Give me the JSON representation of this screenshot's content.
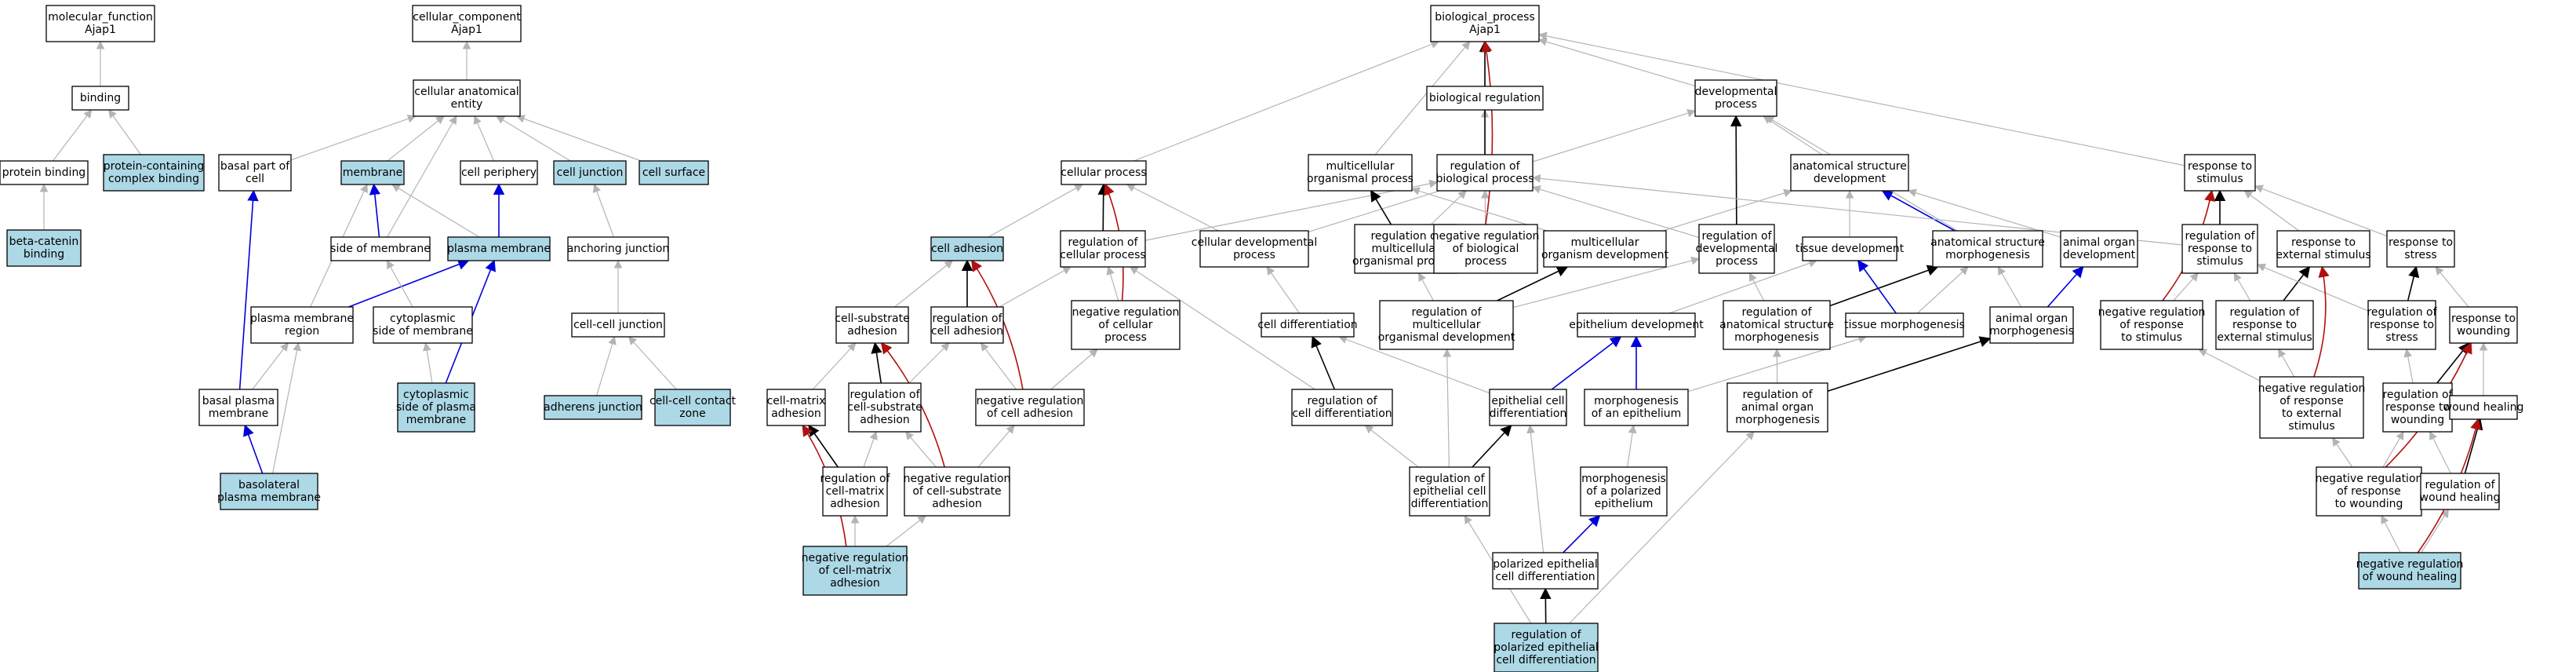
{
  "colors": {
    "default_fill": "#ffffff",
    "highlight_fill": "#add8e6",
    "is_a": "#b4b4b4",
    "part_of": "#0000dd",
    "regulates": "#000000",
    "negatively_regulates": "#b01010"
  },
  "nodes": [
    {
      "id": "mf",
      "lines": [
        "molecular_function",
        "Ajap1"
      ],
      "hl": false
    },
    {
      "id": "binding",
      "lines": [
        "binding"
      ],
      "hl": false
    },
    {
      "id": "protbind",
      "lines": [
        "protein binding"
      ],
      "hl": false
    },
    {
      "id": "pccbind",
      "lines": [
        "protein-containing",
        "complex binding"
      ],
      "hl": true
    },
    {
      "id": "bcat",
      "lines": [
        "beta-catenin",
        "binding"
      ],
      "hl": true
    },
    {
      "id": "cc",
      "lines": [
        "cellular_component",
        "Ajap1"
      ],
      "hl": false
    },
    {
      "id": "cae",
      "lines": [
        "cellular anatomical",
        "entity"
      ],
      "hl": false
    },
    {
      "id": "basal",
      "lines": [
        "basal part of",
        "cell"
      ],
      "hl": false
    },
    {
      "id": "membrane",
      "lines": [
        "membrane"
      ],
      "hl": true
    },
    {
      "id": "cellperiph",
      "lines": [
        "cell periphery"
      ],
      "hl": false
    },
    {
      "id": "celljunc",
      "lines": [
        "cell junction"
      ],
      "hl": true
    },
    {
      "id": "cellsurf",
      "lines": [
        "cell surface"
      ],
      "hl": true
    },
    {
      "id": "sidemem",
      "lines": [
        "side of membrane"
      ],
      "hl": false
    },
    {
      "id": "plasmamem",
      "lines": [
        "plasma membrane"
      ],
      "hl": true
    },
    {
      "id": "anchjunc",
      "lines": [
        "anchoring junction"
      ],
      "hl": false
    },
    {
      "id": "pmregion",
      "lines": [
        "plasma membrane",
        "region"
      ],
      "hl": false
    },
    {
      "id": "cytoside",
      "lines": [
        "cytoplasmic",
        "side of membrane"
      ],
      "hl": false
    },
    {
      "id": "ccjunc",
      "lines": [
        "cell-cell junction"
      ],
      "hl": false
    },
    {
      "id": "basalpm",
      "lines": [
        "basal plasma",
        "membrane"
      ],
      "hl": false
    },
    {
      "id": "cytosidepm",
      "lines": [
        "cytoplasmic",
        "side of plasma",
        "membrane"
      ],
      "hl": true
    },
    {
      "id": "adherens",
      "lines": [
        "adherens junction"
      ],
      "hl": true
    },
    {
      "id": "ccczone",
      "lines": [
        "cell-cell contact",
        "zone"
      ],
      "hl": true
    },
    {
      "id": "baslatpm",
      "lines": [
        "basolateral",
        "plasma membrane"
      ],
      "hl": true
    },
    {
      "id": "bp",
      "lines": [
        "biological_process",
        "Ajap1"
      ],
      "hl": false
    },
    {
      "id": "bioreg",
      "lines": [
        "biological regulation"
      ],
      "hl": false
    },
    {
      "id": "devproc",
      "lines": [
        "developmental",
        "process"
      ],
      "hl": false
    },
    {
      "id": "resp",
      "lines": [
        "response to",
        "stimulus"
      ],
      "hl": false
    },
    {
      "id": "cellproc",
      "lines": [
        "cellular process"
      ],
      "hl": false
    },
    {
      "id": "multiproc",
      "lines": [
        "multicellular",
        "organismal process"
      ],
      "hl": false
    },
    {
      "id": "regbio",
      "lines": [
        "regulation of",
        "biological process"
      ],
      "hl": false
    },
    {
      "id": "asdev",
      "lines": [
        "anatomical structure",
        "development"
      ],
      "hl": false
    },
    {
      "id": "celladh",
      "lines": [
        "cell adhesion"
      ],
      "hl": true
    },
    {
      "id": "regcellproc",
      "lines": [
        "regulation of",
        "cellular process"
      ],
      "hl": false
    },
    {
      "id": "celldevproc",
      "lines": [
        "cellular developmental",
        "process"
      ],
      "hl": false
    },
    {
      "id": "regmultiproc",
      "lines": [
        "regulation of",
        "multicellular",
        "organismal process"
      ],
      "hl": false
    },
    {
      "id": "negregbio",
      "lines": [
        "negative regulation",
        "of biological",
        "process"
      ],
      "hl": false
    },
    {
      "id": "multidev",
      "lines": [
        "multicellular",
        "organism development"
      ],
      "hl": false
    },
    {
      "id": "regdevproc",
      "lines": [
        "regulation of",
        "developmental",
        "process"
      ],
      "hl": false
    },
    {
      "id": "tissuedev",
      "lines": [
        "tissue development"
      ],
      "hl": false
    },
    {
      "id": "asmorph",
      "lines": [
        "anatomical structure",
        "morphogenesis"
      ],
      "hl": false
    },
    {
      "id": "aodev",
      "lines": [
        "animal organ",
        "development"
      ],
      "hl": false
    },
    {
      "id": "regresp",
      "lines": [
        "regulation of",
        "response to",
        "stimulus"
      ],
      "hl": false
    },
    {
      "id": "respext",
      "lines": [
        "response to",
        "external stimulus"
      ],
      "hl": false
    },
    {
      "id": "respstress",
      "lines": [
        "response to",
        "stress"
      ],
      "hl": false
    },
    {
      "id": "csadh",
      "lines": [
        "cell-substrate",
        "adhesion"
      ],
      "hl": false
    },
    {
      "id": "regcelladh",
      "lines": [
        "regulation of",
        "cell adhesion"
      ],
      "hl": false
    },
    {
      "id": "negregcellproc",
      "lines": [
        "negative regulation",
        "of cellular",
        "process"
      ],
      "hl": false
    },
    {
      "id": "celldiff",
      "lines": [
        "cell differentiation"
      ],
      "hl": false
    },
    {
      "id": "regmultidev",
      "lines": [
        "regulation of",
        "multicellular",
        "organismal development"
      ],
      "hl": false
    },
    {
      "id": "epidev",
      "lines": [
        "epithelium development"
      ],
      "hl": false
    },
    {
      "id": "regasmorph",
      "lines": [
        "regulation of",
        "anatomical structure",
        "morphogenesis"
      ],
      "hl": false
    },
    {
      "id": "tissuemorph",
      "lines": [
        "tissue morphogenesis"
      ],
      "hl": false
    },
    {
      "id": "aomorph",
      "lines": [
        "animal organ",
        "morphogenesis"
      ],
      "hl": false
    },
    {
      "id": "negregresp",
      "lines": [
        "negative regulation",
        "of response",
        "to stimulus"
      ],
      "hl": false
    },
    {
      "id": "regrespext",
      "lines": [
        "regulation of",
        "response to",
        "external stimulus"
      ],
      "hl": false
    },
    {
      "id": "regrespstress",
      "lines": [
        "regulation of",
        "response to",
        "stress"
      ],
      "hl": false
    },
    {
      "id": "respwound",
      "lines": [
        "response to",
        "wounding"
      ],
      "hl": false
    },
    {
      "id": "cmadh",
      "lines": [
        "cell-matrix",
        "adhesion"
      ],
      "hl": false
    },
    {
      "id": "regcsadh",
      "lines": [
        "regulation of",
        "cell-substrate",
        "adhesion"
      ],
      "hl": false
    },
    {
      "id": "negregcelladh",
      "lines": [
        "negative regulation",
        "of cell adhesion"
      ],
      "hl": false
    },
    {
      "id": "regcelldiff",
      "lines": [
        "regulation of",
        "cell differentiation"
      ],
      "hl": false
    },
    {
      "id": "epicelldiff",
      "lines": [
        "epithelial cell",
        "differentiation"
      ],
      "hl": false
    },
    {
      "id": "morphepi",
      "lines": [
        "morphogenesis",
        "of an epithelium"
      ],
      "hl": false
    },
    {
      "id": "regaomorph",
      "lines": [
        "regulation of",
        "animal organ",
        "morphogenesis"
      ],
      "hl": false
    },
    {
      "id": "negregrespext",
      "lines": [
        "negative regulation",
        "of response",
        "to external",
        "stimulus"
      ],
      "hl": false
    },
    {
      "id": "regrespwound",
      "lines": [
        "regulation of",
        "response to",
        "wounding"
      ],
      "hl": false
    },
    {
      "id": "woundheal",
      "lines": [
        "wound healing"
      ],
      "hl": false
    },
    {
      "id": "regcmadh",
      "lines": [
        "regulation of",
        "cell-matrix",
        "adhesion"
      ],
      "hl": false
    },
    {
      "id": "negregcsadh",
      "lines": [
        "negative regulation",
        "of cell-substrate",
        "adhesion"
      ],
      "hl": false
    },
    {
      "id": "regepicelldiff",
      "lines": [
        "regulation of",
        "epithelial cell",
        "differentiation"
      ],
      "hl": false
    },
    {
      "id": "morphpolepi",
      "lines": [
        "morphogenesis",
        "of a polarized",
        "epithelium"
      ],
      "hl": false
    },
    {
      "id": "negregrespwound",
      "lines": [
        "negative regulation",
        "of response",
        "to wounding"
      ],
      "hl": false
    },
    {
      "id": "regwoundheal",
      "lines": [
        "regulation of",
        "wound healing"
      ],
      "hl": false
    },
    {
      "id": "negregcmadh",
      "lines": [
        "negative regulation",
        "of cell-matrix",
        "adhesion"
      ],
      "hl": true
    },
    {
      "id": "polepicelldiff",
      "lines": [
        "polarized epithelial",
        "cell differentiation"
      ],
      "hl": false
    },
    {
      "id": "negregwoundheal",
      "lines": [
        "negative regulation",
        "of wound healing"
      ],
      "hl": true
    },
    {
      "id": "regpolepicelldiff",
      "lines": [
        "regulation of",
        "polarized epithelial",
        "cell differentiation"
      ],
      "hl": true
    }
  ],
  "edges": [
    [
      "binding",
      "mf",
      "is_a"
    ],
    [
      "protbind",
      "binding",
      "is_a"
    ],
    [
      "pccbind",
      "binding",
      "is_a"
    ],
    [
      "bcat",
      "protbind",
      "is_a"
    ],
    [
      "cae",
      "cc",
      "is_a"
    ],
    [
      "basal",
      "cae",
      "is_a"
    ],
    [
      "membrane",
      "cae",
      "is_a"
    ],
    [
      "cellperiph",
      "cae",
      "is_a"
    ],
    [
      "celljunc",
      "cae",
      "is_a"
    ],
    [
      "cellsurf",
      "cae",
      "is_a"
    ],
    [
      "sidemem",
      "cae",
      "is_a"
    ],
    [
      "sidemem",
      "membrane",
      "part_of"
    ],
    [
      "plasmamem",
      "membrane",
      "is_a"
    ],
    [
      "plasmamem",
      "cellperiph",
      "part_of"
    ],
    [
      "anchjunc",
      "celljunc",
      "is_a"
    ],
    [
      "pmregion",
      "membrane",
      "is_a"
    ],
    [
      "pmregion",
      "plasmamem",
      "part_of"
    ],
    [
      "cytoside",
      "sidemem",
      "is_a"
    ],
    [
      "ccjunc",
      "anchjunc",
      "is_a"
    ],
    [
      "basalpm",
      "basal",
      "part_of"
    ],
    [
      "basalpm",
      "pmregion",
      "is_a"
    ],
    [
      "cytosidepm",
      "cytoside",
      "is_a"
    ],
    [
      "cytosidepm",
      "plasmamem",
      "part_of"
    ],
    [
      "adherens",
      "ccjunc",
      "is_a"
    ],
    [
      "ccczone",
      "ccjunc",
      "is_a"
    ],
    [
      "baslatpm",
      "basalpm",
      "part_of"
    ],
    [
      "baslatpm",
      "pmregion",
      "is_a"
    ],
    [
      "bioreg",
      "bp",
      "is_a"
    ],
    [
      "devproc",
      "bp",
      "is_a"
    ],
    [
      "resp",
      "bp",
      "is_a"
    ],
    [
      "cellproc",
      "bp",
      "is_a"
    ],
    [
      "multiproc",
      "bp",
      "is_a"
    ],
    [
      "regbio",
      "bioreg",
      "is_a"
    ],
    [
      "regbio",
      "bp",
      "regulates"
    ],
    [
      "asdev",
      "devproc",
      "is_a"
    ],
    [
      "celladh",
      "cellproc",
      "is_a"
    ],
    [
      "regcellproc",
      "regbio",
      "is_a"
    ],
    [
      "regcellproc",
      "cellproc",
      "regulates"
    ],
    [
      "celldevproc",
      "cellproc",
      "is_a"
    ],
    [
      "celldevproc",
      "devproc",
      "is_a"
    ],
    [
      "regmultiproc",
      "regbio",
      "is_a"
    ],
    [
      "regmultiproc",
      "multiproc",
      "regulates"
    ],
    [
      "negregbio",
      "regbio",
      "is_a"
    ],
    [
      "negregbio",
      "bp",
      "negatively_regulates"
    ],
    [
      "multidev",
      "multiproc",
      "is_a"
    ],
    [
      "multidev",
      "asdev",
      "is_a"
    ],
    [
      "regdevproc",
      "regbio",
      "is_a"
    ],
    [
      "regdevproc",
      "devproc",
      "regulates"
    ],
    [
      "tissuedev",
      "asdev",
      "is_a"
    ],
    [
      "asmorph",
      "asdev",
      "part_of"
    ],
    [
      "asmorph",
      "devproc",
      "is_a"
    ],
    [
      "aodev",
      "asdev",
      "is_a"
    ],
    [
      "regresp",
      "regbio",
      "is_a"
    ],
    [
      "regresp",
      "resp",
      "regulates"
    ],
    [
      "respext",
      "resp",
      "is_a"
    ],
    [
      "respstress",
      "resp",
      "is_a"
    ],
    [
      "csadh",
      "celladh",
      "is_a"
    ],
    [
      "regcelladh",
      "regcellproc",
      "is_a"
    ],
    [
      "regcelladh",
      "celladh",
      "regulates"
    ],
    [
      "negregcellproc",
      "regcellproc",
      "is_a"
    ],
    [
      "negregcellproc",
      "cellproc",
      "negatively_regulates"
    ],
    [
      "celldiff",
      "celldevproc",
      "is_a"
    ],
    [
      "regmultidev",
      "regmultiproc",
      "is_a"
    ],
    [
      "regmultidev",
      "multidev",
      "regulates"
    ],
    [
      "regmultidev",
      "regdevproc",
      "is_a"
    ],
    [
      "epidev",
      "tissuedev",
      "is_a"
    ],
    [
      "regasmorph",
      "regdevproc",
      "is_a"
    ],
    [
      "regasmorph",
      "asmorph",
      "regulates"
    ],
    [
      "tissuemorph",
      "tissuedev",
      "part_of"
    ],
    [
      "tissuemorph",
      "asmorph",
      "is_a"
    ],
    [
      "aomorph",
      "asmorph",
      "is_a"
    ],
    [
      "aomorph",
      "aodev",
      "part_of"
    ],
    [
      "negregresp",
      "regresp",
      "is_a"
    ],
    [
      "negregresp",
      "resp",
      "negatively_regulates"
    ],
    [
      "regrespext",
      "regresp",
      "is_a"
    ],
    [
      "regrespext",
      "respext",
      "regulates"
    ],
    [
      "regrespstress",
      "regresp",
      "is_a"
    ],
    [
      "regrespstress",
      "respstress",
      "regulates"
    ],
    [
      "respwound",
      "respstress",
      "is_a"
    ],
    [
      "cmadh",
      "csadh",
      "is_a"
    ],
    [
      "regcsadh",
      "regcelladh",
      "is_a"
    ],
    [
      "regcsadh",
      "csadh",
      "regulates"
    ],
    [
      "negregcelladh",
      "regcelladh",
      "is_a"
    ],
    [
      "negregcelladh",
      "negregcellproc",
      "is_a"
    ],
    [
      "negregcelladh",
      "celladh",
      "negatively_regulates"
    ],
    [
      "regcelldiff",
      "regcellproc",
      "is_a"
    ],
    [
      "regcelldiff",
      "celldiff",
      "regulates"
    ],
    [
      "epicelldiff",
      "celldiff",
      "is_a"
    ],
    [
      "epicelldiff",
      "epidev",
      "part_of"
    ],
    [
      "morphepi",
      "tissuemorph",
      "is_a"
    ],
    [
      "morphepi",
      "epidev",
      "part_of"
    ],
    [
      "regaomorph",
      "regasmorph",
      "is_a"
    ],
    [
      "regaomorph",
      "aomorph",
      "regulates"
    ],
    [
      "negregrespext",
      "regrespext",
      "is_a"
    ],
    [
      "negregrespext",
      "negregresp",
      "is_a"
    ],
    [
      "negregrespext",
      "respext",
      "negatively_regulates"
    ],
    [
      "regrespwound",
      "regrespstress",
      "is_a"
    ],
    [
      "regrespwound",
      "respwound",
      "regulates"
    ],
    [
      "woundheal",
      "respwound",
      "is_a"
    ],
    [
      "regcmadh",
      "regcsadh",
      "is_a"
    ],
    [
      "regcmadh",
      "cmadh",
      "regulates"
    ],
    [
      "negregcsadh",
      "regcsadh",
      "is_a"
    ],
    [
      "negregcsadh",
      "negregcelladh",
      "is_a"
    ],
    [
      "negregcsadh",
      "csadh",
      "negatively_regulates"
    ],
    [
      "regepicelldiff",
      "regcelldiff",
      "is_a"
    ],
    [
      "regepicelldiff",
      "epicelldiff",
      "regulates"
    ],
    [
      "regepicelldiff",
      "regmultidev",
      "is_a"
    ],
    [
      "morphpolepi",
      "morphepi",
      "is_a"
    ],
    [
      "negregrespwound",
      "regrespwound",
      "is_a"
    ],
    [
      "negregrespwound",
      "negregrespext",
      "is_a"
    ],
    [
      "negregrespwound",
      "respwound",
      "negatively_regulates"
    ],
    [
      "regwoundheal",
      "regrespwound",
      "is_a"
    ],
    [
      "regwoundheal",
      "woundheal",
      "regulates"
    ],
    [
      "negregcmadh",
      "regcmadh",
      "is_a"
    ],
    [
      "negregcmadh",
      "negregcsadh",
      "is_a"
    ],
    [
      "negregcmadh",
      "cmadh",
      "negatively_regulates"
    ],
    [
      "polepicelldiff",
      "epicelldiff",
      "is_a"
    ],
    [
      "polepicelldiff",
      "morphpolepi",
      "part_of"
    ],
    [
      "negregwoundheal",
      "regwoundheal",
      "is_a"
    ],
    [
      "negregwoundheal",
      "negregrespwound",
      "is_a"
    ],
    [
      "negregwoundheal",
      "woundheal",
      "negatively_regulates"
    ],
    [
      "regpolepicelldiff",
      "regepicelldiff",
      "is_a"
    ],
    [
      "regpolepicelldiff",
      "polepicelldiff",
      "regulates"
    ],
    [
      "regpolepicelldiff",
      "regaomorph",
      "is_a"
    ]
  ]
}
